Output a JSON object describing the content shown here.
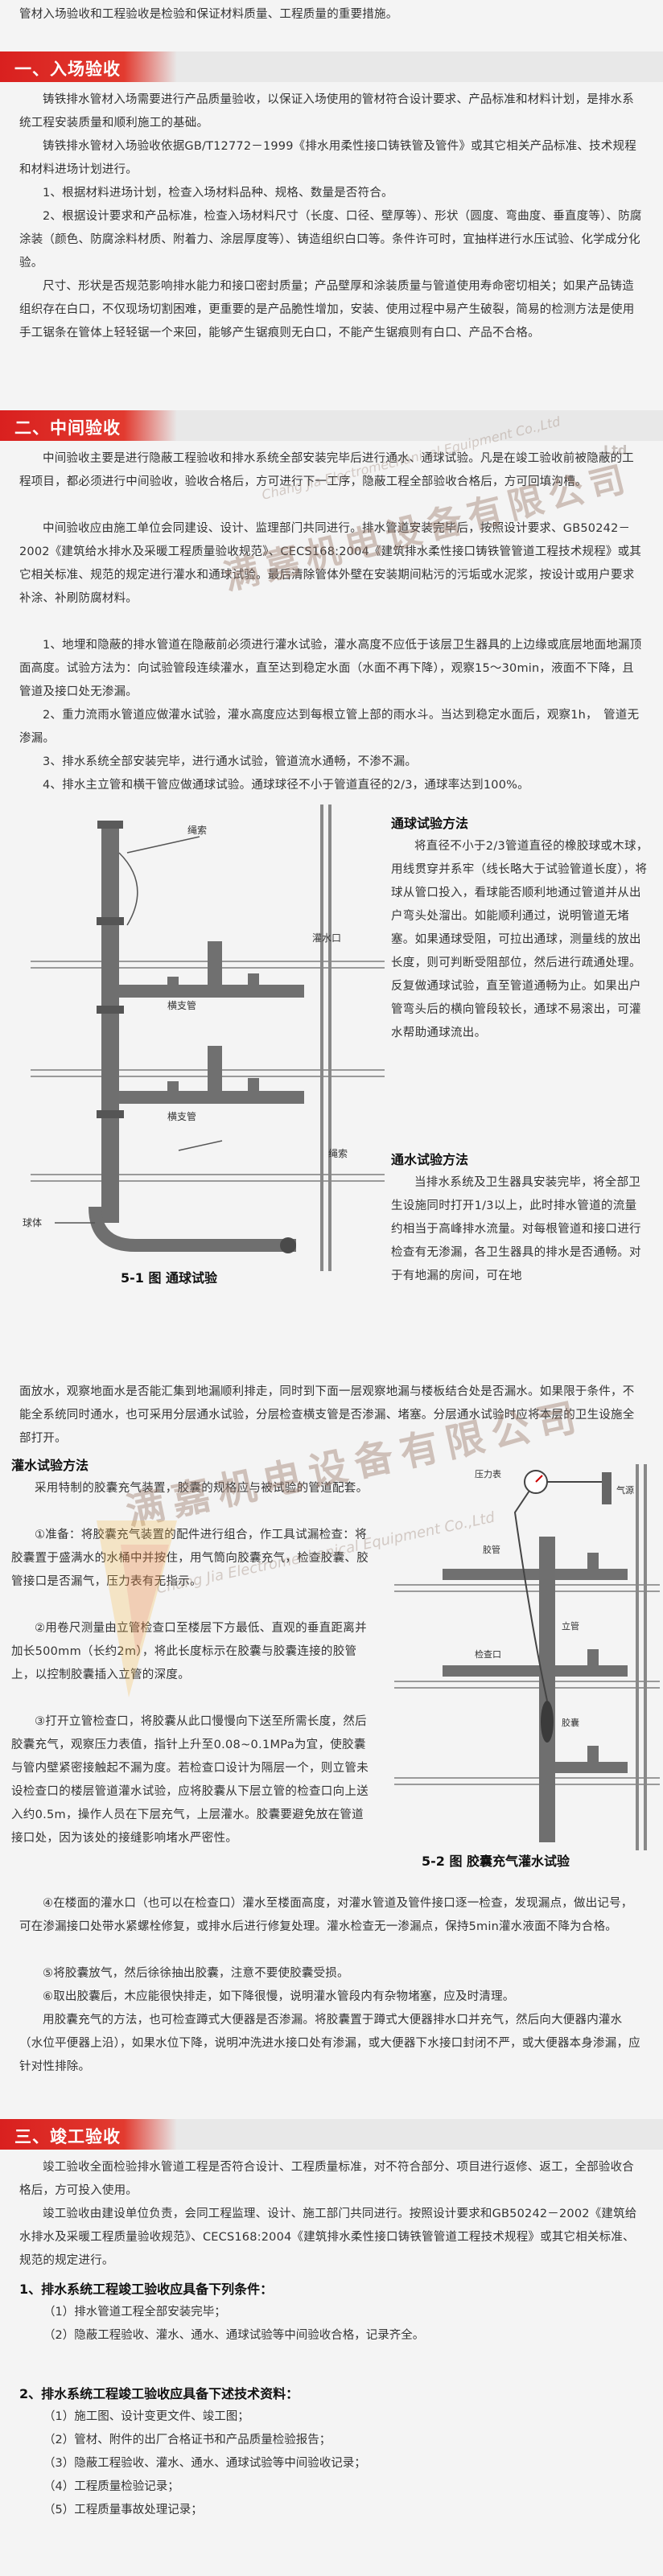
{
  "intro": "管材入场验收和工程验收是检验和保证材料质量、工程质量的重要措施。",
  "section1": {
    "title": "一、入场验收",
    "paragraphs": [
      "铸铁排水管材入场需要进行产品质量验收，以保证入场使用的管材符合设计要求、产品标准和材料计划，是排水系统工程安装质量和顺利施工的基础。",
      "铸铁排水管材入场验收依据GB/T12772－1999《排水用柔性接口铸铁管及管件》或其它相关产品标准、技术规程和材料进场计划进行。",
      "1、根据材料进场计划，检查入场材料品种、规格、数量是否符合。",
      "2、根据设计要求和产品标准，检查入场材料尺寸（长度、口径、壁厚等）、形状（圆度、弯曲度、垂直度等）、防腐涂装（颜色、防腐涂料材质、附着力、涂层厚度等）、铸造组织白口等。条件许可时，宜抽样进行水压试验、化学成分化验。",
      "尺寸、形状是否规范影响排水能力和接口密封质量；产品壁厚和涂装质量与管道使用寿命密切相关；如果产品铸造组织存在白口，不仅现场切割困难，更重要的是产品脆性增加，安装、使用过程中易产生破裂，简易的检测方法是使用手工锯条在管体上轻轻锯一个来回，能够产生锯痕则无白口，不能产生锯痕则有白口、产品不合格。"
    ]
  },
  "section2": {
    "title": "二、中间验收",
    "paragraphs": [
      "中间验收主要是进行隐蔽工程验收和排水系统全部安装完毕后进行通水、通球试验。凡是在竣工验收前被隐蔽的工程项目，都必须进行中间验收，验收合格后，方可进行下一工序，隐蔽工程全部验收合格后，方可回填沟槽。",
      "中间验收应由施工单位会同建设、设计、监理部门共同进行。排水管道安装完毕后，按照设计要求、GB50242－2002《建筑给水排水及采暖工程质量验收规范》、CECS168:2004《建筑排水柔性接口铸铁管管道工程技术规程》或其它相关标准、规范的规定进行灌水和通球试验。最后清除管体外壁在安装期间粘污的污垢或水泥浆，按设计或用户要求补涂、补刷防腐材料。",
      "1、地埋和隐蔽的排水管道在隐蔽前必须进行灌水试验，灌水高度不应低于该层卫生器具的上边缘或底层地面地漏顶面高度。试验方法为：向试验管段连续灌水，直至达到稳定水面（水面不再下降），观察15～30min，液面不下降，且管道及接口处无渗漏。",
      "2、重力流雨水管道应做灌水试验，灌水高度应达到每根立管上部的雨水斗。当达到稳定水面后，观察1h，　管道无渗漏。",
      "3、排水系统全部安装完毕，进行通水试验，管道流水通畅，不渗不漏。",
      "4、排水主立管和横干管应做通球试验。通球球径不小于管道直径的2/3，通球率达到100%。"
    ],
    "ball_test": {
      "title": "通球试验方法",
      "text": "将直径不小于2/3管道直径的橡胶球或木球，用线贯穿并系牢（线长略大于试验管道长度），将球从管口投入，看球能否顺利地通过管道并从出户弯头处溜出。如能顺利通过，说明管道无堵塞。如果通球受阻，可拉出通球，测量线的放出长度，则可判断受阻部位，然后进行疏通处理。反复做通球试验，直至管道通畅为止。如果出户管弯头后的横向管段较长，通球不易滚出，可灌水帮助通球流出。"
    },
    "water_test": {
      "title": "通水试验方法",
      "text_side": "当排水系统及卫生器具安装完毕，将全部卫生设施同时打开1/3以上，此时排水管道的流量约相当于高峰排水流量。对每根管道和接口进行检查有无渗漏，各卫生器具的排水是否通畅。对于有地漏的房间，可在地",
      "text_full": "面放水，观察地面水是否能汇集到地漏顺利排走，同时到下面一层观察地漏与楼板结合处是否漏水。如果限于条件，不能全系统同时通水，也可采用分层通水试验，分层检查横支管是否渗漏、堵塞。分层通水试验时应将本层的卫生设施全部打开。"
    },
    "fig1": {
      "caption": "5-1 图  通球试验",
      "labels": {
        "rope": "绳索",
        "test_port": "灌水口",
        "branch1": "横支管",
        "branch2": "横支管",
        "rope2": "绳索",
        "ball": "球体"
      }
    },
    "fill_test": {
      "title": "灌水试验方法",
      "paragraphs": [
        "采用特制的胶囊充气装置，胶囊的规格应与被试验的管道配套。",
        "①准备：将胶囊充气装置的配件进行组合，作工具试漏检查：将胶囊置于盛满水的水桶中并按住，用气筒向胶囊充气，检查胶囊、胶管接口是否漏气，压力表有无指示。",
        "②用卷尺测量由立管检查口至楼层下方最低、直观的垂直距离并加长500mm（长约2m），将此长度标示在胶囊与胶囊连接的胶管上，以控制胶囊插入立管的深度。",
        "③打开立管检查口，将胶囊从此口慢慢向下送至所需长度，然后胶囊充气，观察压力表值，指针上升至0.08~0.1MPa为宜，使胶囊与管内壁紧密接触起不漏为度。若检查口设计为隔层一个，则立管未设检查口的楼层管道灌水试验，应将胶囊从下层立管的检查口向上送入约0.5m，操作人员在下层充气，上层灌水。胶囊要避免放在管道接口处，因为该处的接缝影响堵水严密性。",
        "④在楼面的灌水口（也可以在检查口）灌水至楼面高度，对灌水管道及管件接口逐一检查，发现漏点，做出记号，可在渗漏接口处带水紧螺栓修复，或排水后进行修复处理。灌水检查无一渗漏点，保持5min灌水液面不降为合格。",
        "⑤将胶囊放气，然后徐徐抽出胶囊，注意不要使胶囊受损。",
        "⑥取出胶囊后，木应能很快排走，如下降很慢，说明灌水管段内有杂物堵塞，应及时清理。",
        "用胶囊充气的方法，也可检查蹲式大便器是否渗漏。将胶囊置于蹲式大便器排水口并充气，然后向大便器内灌水（水位平便器上沿），如果水位下降，说明冲洗进水接口处有渗漏，或大便器下水接口封闭不严，或大便器本身渗漏，应针对性排除。"
      ]
    },
    "fig2": {
      "caption": "5-2 图  胶囊充气灌水试验",
      "labels": {
        "gauge": "压力表",
        "gas": "气源",
        "pipe": "立管",
        "hose": "胶管",
        "bag": "胶囊",
        "port": "检查口"
      }
    }
  },
  "section3": {
    "title": "三、竣工验收",
    "paragraphs": [
      "竣工验收全面检验排水管道工程是否符合设计、工程质量标准，对不符合部分、项目进行返修、返工，全部验收合格后，方可投入使用。",
      "竣工验收由建设单位负责，会同工程监理、设计、施工部门共同进行。按照设计要求和GB50242－2002《建筑给水排水及采暖工程质量验收规范》、CECS168:2004《建筑排水柔性接口铸铁管管道工程技术规程》或其它相关标准、规范的规定进行。"
    ],
    "h1": "1、排水系统工程竣工验收应具备下列条件：",
    "h1_items": [
      "（1）排水管道工程全部安装完毕；",
      "（2）隐蔽工程验收、灌水、通水、通球试验等中间验收合格，记录齐全。"
    ],
    "h2": "2、排水系统工程竣工验收应具备下述技术资料：",
    "h2_items": [
      "（1）施工图、设计变更文件、竣工图；",
      "（2）管材、附件的出厂合格证书和产品质量检验报告；",
      "（3）隐蔽工程验收、灌水、通水、通球试验等中间验收记录；",
      "（4）工程质量检验记录；",
      "（5）工程质量事故处理记录；"
    ]
  },
  "watermark": {
    "company": "满嘉机电设备有限公司",
    "company_en": "Chang Jia Electromechanical Equipment Co.,Ltd",
    "ltd": "Ltd"
  },
  "colors": {
    "accent_red": "#d9201f",
    "pipe_grey": "#6f6f6f",
    "bar_grey": "#e8e8e8"
  }
}
